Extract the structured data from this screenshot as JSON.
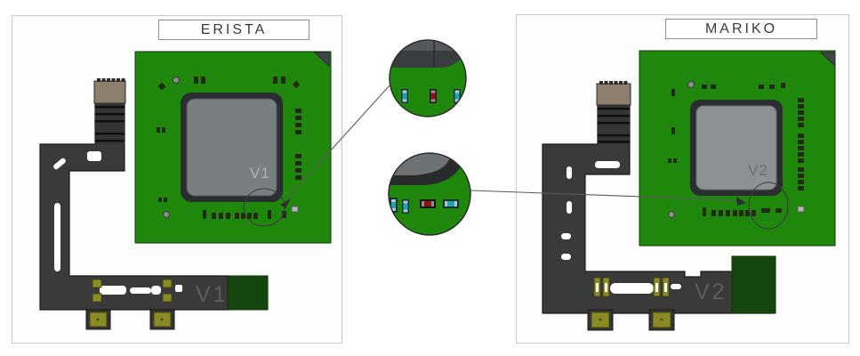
{
  "panels": {
    "erista": {
      "title": "ERISTA",
      "chip_label": "V1",
      "cable_label": "V1"
    },
    "mariko": {
      "title": "MARIKO",
      "chip_label": "V2",
      "cable_label": "V2"
    }
  },
  "colors": {
    "pcb_green": "#1f870c",
    "cable_gray": "#3a3a3a",
    "board_edge_green_dark": "#14470f",
    "pad_olive": "#8b8b25",
    "connector_tan": "#8c7f6e",
    "chip_gray_erista": "#7a7e82",
    "chip_gray_mariko": "#8e9194",
    "panel_border": "#c9c9c9",
    "callout_line": "#5a5a5a"
  }
}
